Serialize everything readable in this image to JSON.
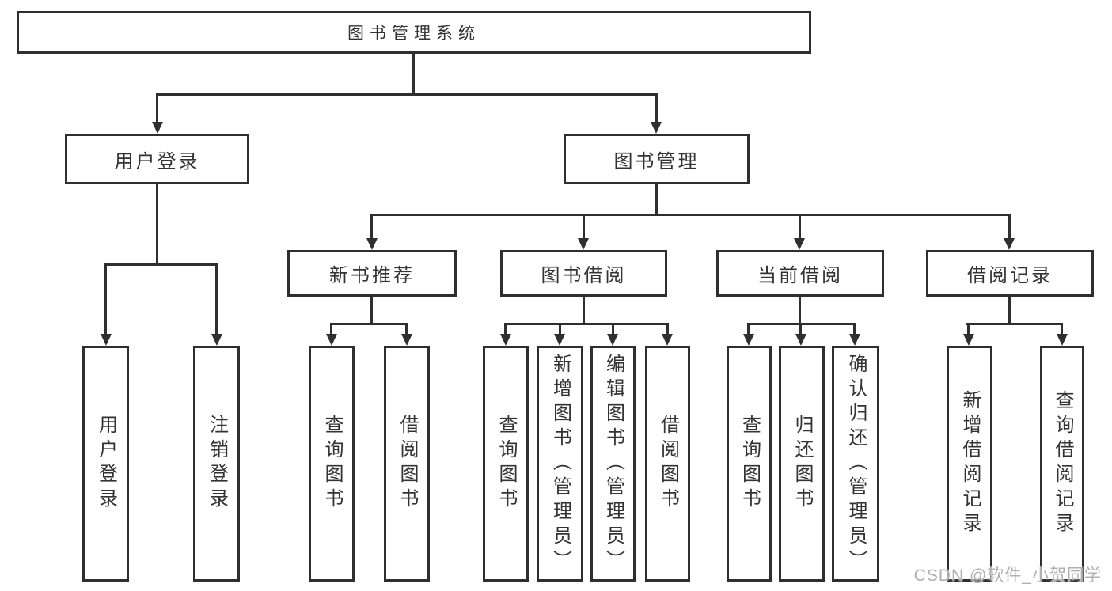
{
  "colors": {
    "line": "#2f2f2f",
    "text": "#333333",
    "watermark": "#b0b0b0",
    "background": "#ffffff"
  },
  "tree": {
    "root": {
      "label": "图书管理系统",
      "children": [
        {
          "label": "用户登录",
          "children": [
            {
              "label": "用户登录"
            },
            {
              "label": "注销登录"
            }
          ]
        },
        {
          "label": "图书管理",
          "children": [
            {
              "label": "新书推荐",
              "children": [
                {
                  "label": "查询图书"
                },
                {
                  "label": "借阅图书"
                }
              ]
            },
            {
              "label": "图书借阅",
              "children": [
                {
                  "label": "查询图书"
                },
                {
                  "label": "新增图书（管理员）"
                },
                {
                  "label": "编辑图书（管理员）"
                },
                {
                  "label": "借阅图书"
                }
              ]
            },
            {
              "label": "当前借阅",
              "children": [
                {
                  "label": "查询图书"
                },
                {
                  "label": "归还图书"
                },
                {
                  "label": "确认归还（管理员）"
                }
              ]
            },
            {
              "label": "借阅记录",
              "children": [
                {
                  "label": "新增借阅记录"
                },
                {
                  "label": "查询借阅记录"
                }
              ]
            }
          ]
        }
      ]
    }
  },
  "watermark": {
    "text": "CSDN @软件_小贺同学"
  }
}
